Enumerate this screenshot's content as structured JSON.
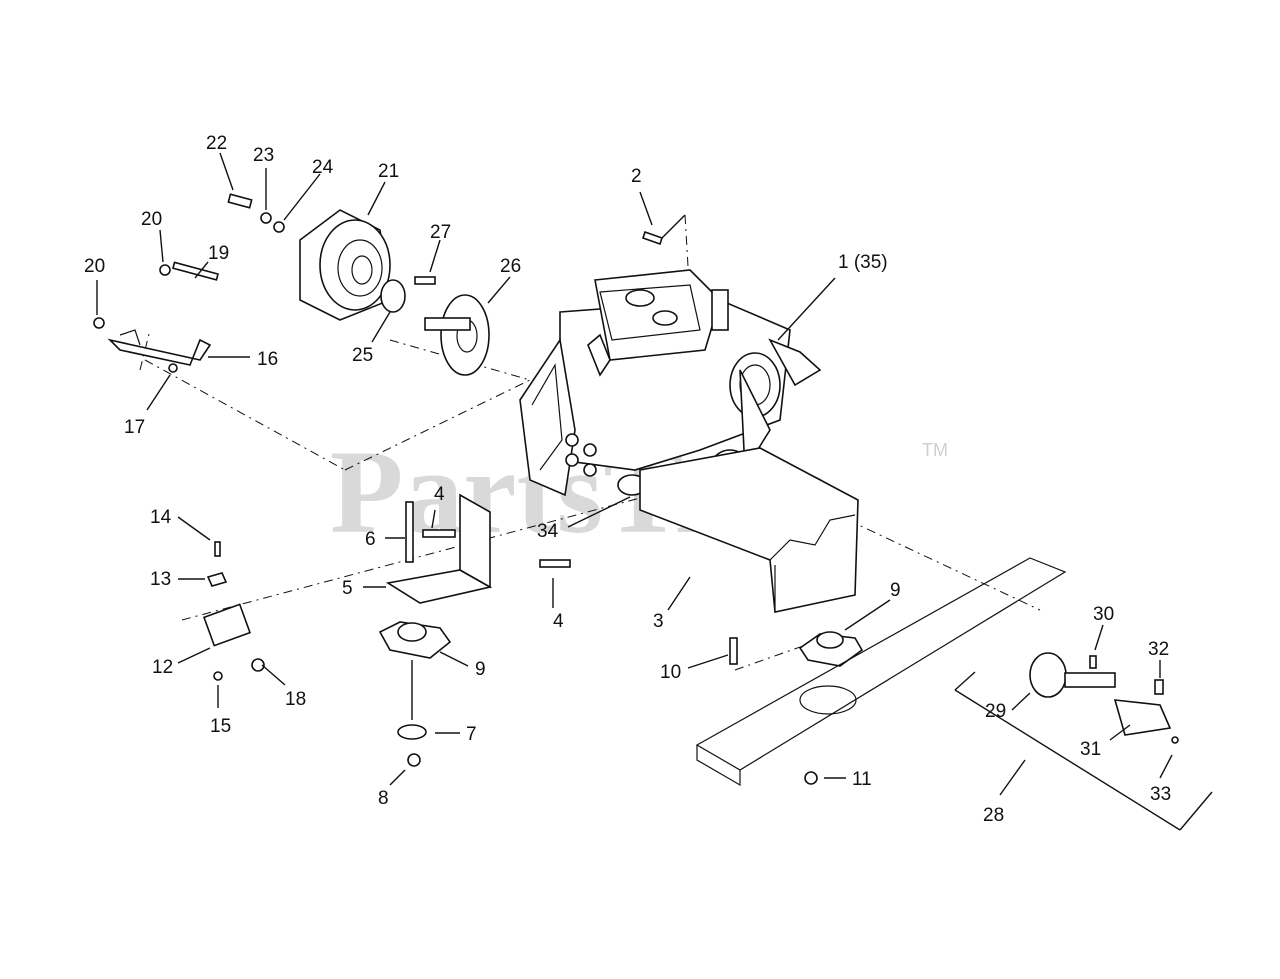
{
  "watermark": {
    "text": "PartsTree",
    "trademark": "TM"
  },
  "callouts": [
    {
      "id": "1 (35)"
    },
    {
      "id": "2"
    },
    {
      "id": "3"
    },
    {
      "id": "4"
    },
    {
      "id": "4"
    },
    {
      "id": "5"
    },
    {
      "id": "6"
    },
    {
      "id": "7"
    },
    {
      "id": "8"
    },
    {
      "id": "9"
    },
    {
      "id": "9"
    },
    {
      "id": "10"
    },
    {
      "id": "11"
    },
    {
      "id": "12"
    },
    {
      "id": "13"
    },
    {
      "id": "14"
    },
    {
      "id": "15"
    },
    {
      "id": "16"
    },
    {
      "id": "17"
    },
    {
      "id": "18"
    },
    {
      "id": "19"
    },
    {
      "id": "20"
    },
    {
      "id": "20"
    },
    {
      "id": "21"
    },
    {
      "id": "22"
    },
    {
      "id": "23"
    },
    {
      "id": "24"
    },
    {
      "id": "25"
    },
    {
      "id": "26"
    },
    {
      "id": "27"
    },
    {
      "id": "28"
    },
    {
      "id": "29"
    },
    {
      "id": "30"
    },
    {
      "id": "31"
    },
    {
      "id": "32"
    },
    {
      "id": "33"
    },
    {
      "id": "34"
    }
  ]
}
